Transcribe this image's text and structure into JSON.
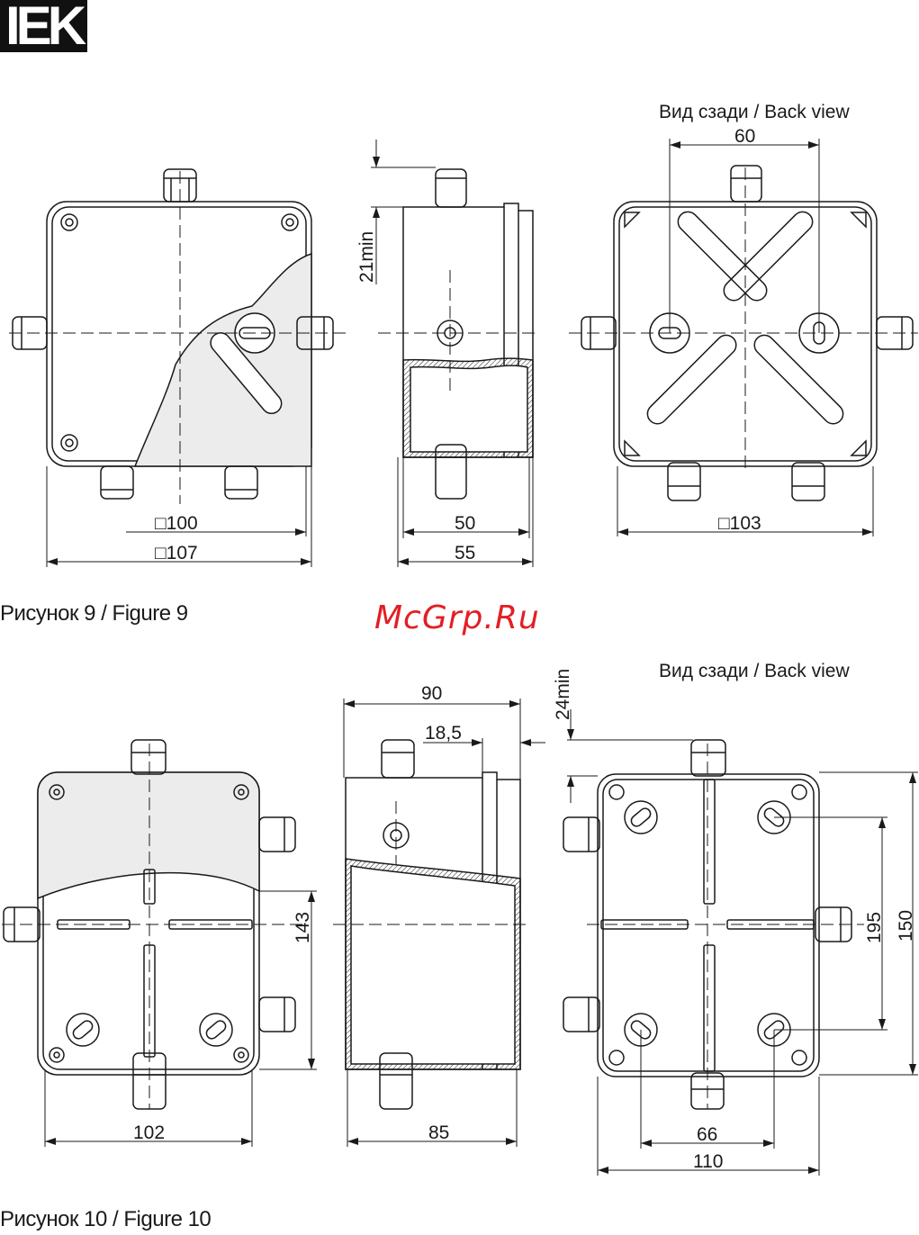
{
  "brand": {
    "logo_text": "IEK"
  },
  "watermark": "McGrp.Ru",
  "figure9": {
    "caption": "Рисунок 9 / Figure 9",
    "back_view_label": "Вид сзади / Back view",
    "dims": {
      "front_inner": "□100",
      "front_outer": "□107",
      "side_min_gap": "21min",
      "side_inner": "50",
      "side_outer": "55",
      "back_spacing": "60",
      "back_size": "□103"
    }
  },
  "figure10": {
    "caption": "Рисунок 10 / Figure 10",
    "back_view_label": "Вид сзади / Back view",
    "dims": {
      "front_height": "143",
      "front_width": "102",
      "side_depth_outer": "90",
      "side_lid": "18,5",
      "side_depth_inner": "85",
      "back_min_gap": "24min",
      "back_spacing_x": "66",
      "back_width": "110",
      "back_spacing_y": "195",
      "back_height": "150"
    }
  },
  "colors": {
    "line": "#1a1a1a",
    "watermark": "#e21f26",
    "cover": "#ececec"
  }
}
